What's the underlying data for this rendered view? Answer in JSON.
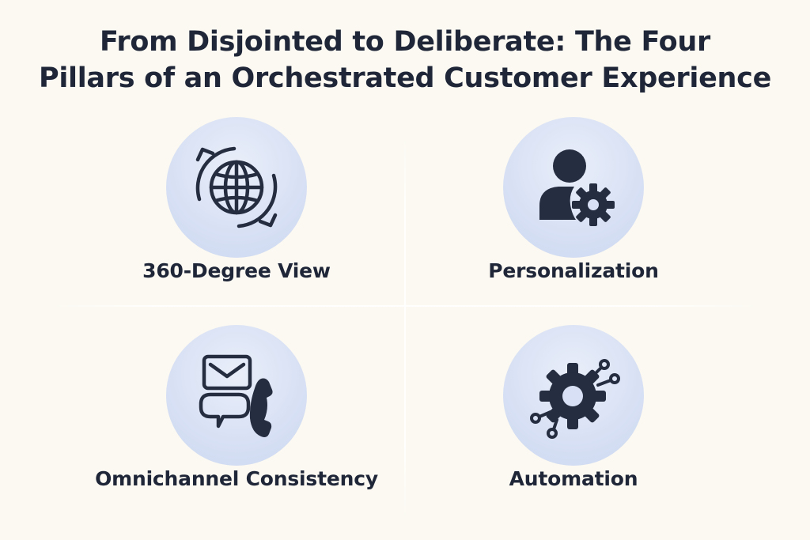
{
  "title": {
    "line1": "From Disjointed to Deliberate: The Four",
    "line2": "Pillars of an Orchestrated Customer Experience"
  },
  "pillars": [
    {
      "label": "360-Degree View",
      "icon": "globe-cycle-icon"
    },
    {
      "label": "Personalization",
      "icon": "user-gear-icon"
    },
    {
      "label": "Omnichannel Consistency",
      "icon": "channels-icon"
    },
    {
      "label": "Automation",
      "icon": "gear-network-icon"
    }
  ],
  "colors": {
    "background": "#fbf9f1",
    "text": "#1f2638",
    "circle": "#d7e0f4",
    "icon": "#252d40"
  }
}
